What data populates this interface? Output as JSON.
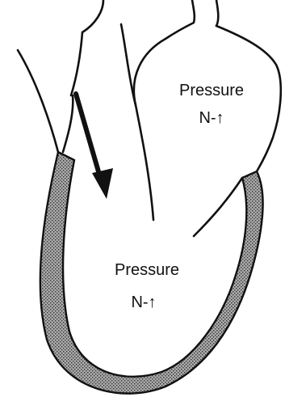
{
  "diagram": {
    "upper_chamber": {
      "label_line1": "Pressure",
      "label_line2": "N-↑"
    },
    "lower_chamber": {
      "label_line1": "Pressure",
      "label_line2": "N-↑"
    },
    "colors": {
      "wall_fill": "#8a8a8a",
      "outline": "#111111",
      "background": "#ffffff"
    }
  }
}
